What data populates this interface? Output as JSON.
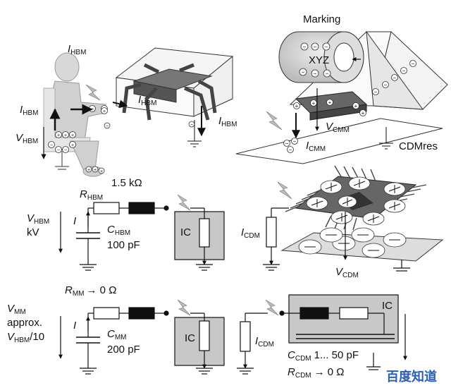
{
  "hbm_model": {
    "current_label": "I",
    "current_sub": "HBM",
    "voltage_label": "V",
    "voltage_sub": "HBM",
    "chip_current_label": "I",
    "chip_current_sub": "HBM",
    "ground_current_label": "I",
    "ground_current_sub": "HBM"
  },
  "cdm_model": {
    "marking_label": "Marking",
    "chip_text": "XYZ",
    "voltage_label": "V",
    "voltage_sub": "CMM",
    "current_label": "I",
    "current_sub": "CMM",
    "resistor_label": "CDMres"
  },
  "hbm_circuit": {
    "resistor_value": "1.5 kΩ",
    "resistor_label": "R",
    "resistor_sub": "HBM",
    "voltage_label": "V",
    "voltage_sub": "HBM",
    "voltage_unit": "kV",
    "current_label": "I",
    "cap_label": "C",
    "cap_sub": "HBM",
    "cap_value": "100 pF",
    "ic_label": "IC"
  },
  "cdm_circuit": {
    "current_label": "I",
    "current_sub": "CDM",
    "voltage_label": "V",
    "voltage_sub": "CDM"
  },
  "mm_circuit": {
    "resistor_label": "R",
    "resistor_sub": "MM",
    "resistor_value": "→ 0 Ω",
    "voltage_label": "V",
    "voltage_sub": "MM",
    "voltage_line2": "approx.",
    "voltage_line3_label": "V",
    "voltage_line3_sub": "HBM",
    "voltage_line3_suffix": "/10",
    "current_label": "I",
    "cap_label": "C",
    "cap_sub": "MM",
    "cap_value": "200 pF",
    "ic_label": "IC"
  },
  "cdm_circuit2": {
    "current_label": "I",
    "current_sub": "CDM",
    "ic_label": "IC",
    "cap_label": "C",
    "cap_sub": "CDM",
    "cap_value": "1... 50 pF",
    "res_label": "R",
    "res_sub": "CDM",
    "res_value": "→ 0 Ω"
  },
  "watermark": "百度知道"
}
